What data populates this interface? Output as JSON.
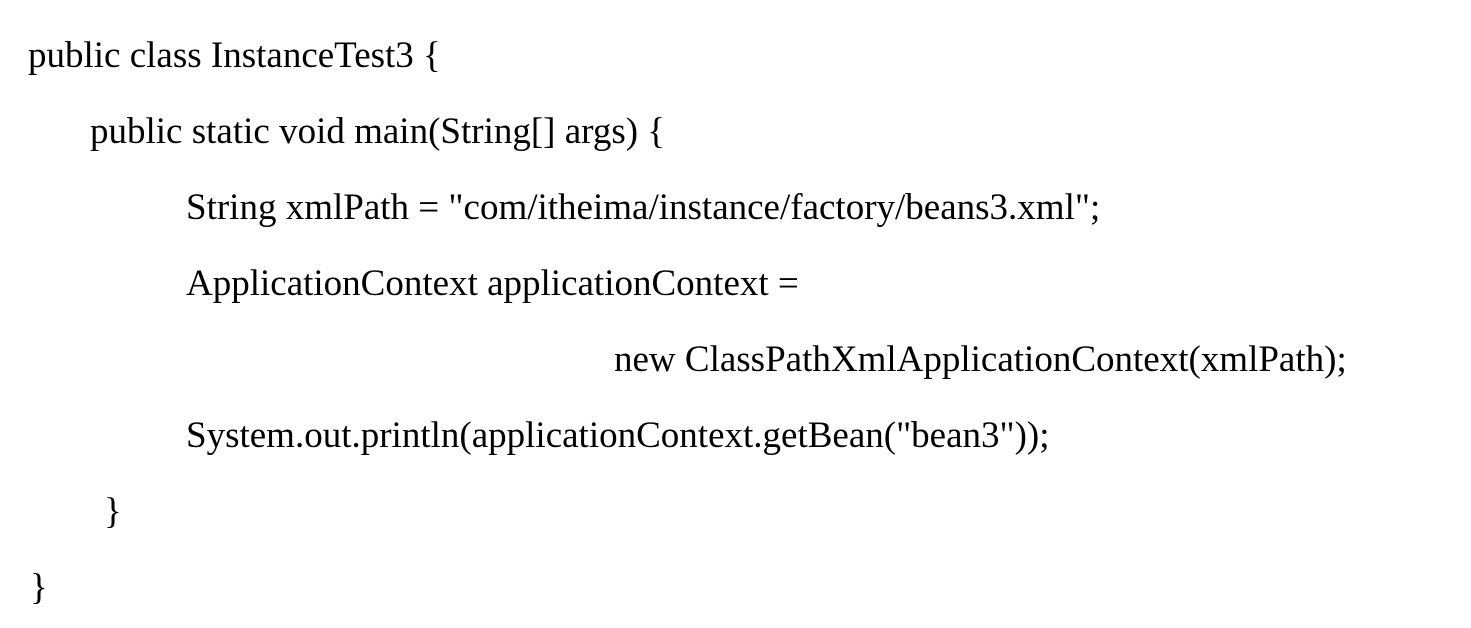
{
  "code": {
    "lines": [
      "public class InstanceTest3 {",
      "public static void main(String[] args) {",
      "String xmlPath = \"com/itheima/instance/factory/beans3.xml\";",
      "ApplicationContext applicationContext =",
      "new ClassPathXmlApplicationContext(xmlPath);",
      "System.out.println(applicationContext.getBean(\"bean3\"));",
      "}",
      "}"
    ]
  }
}
